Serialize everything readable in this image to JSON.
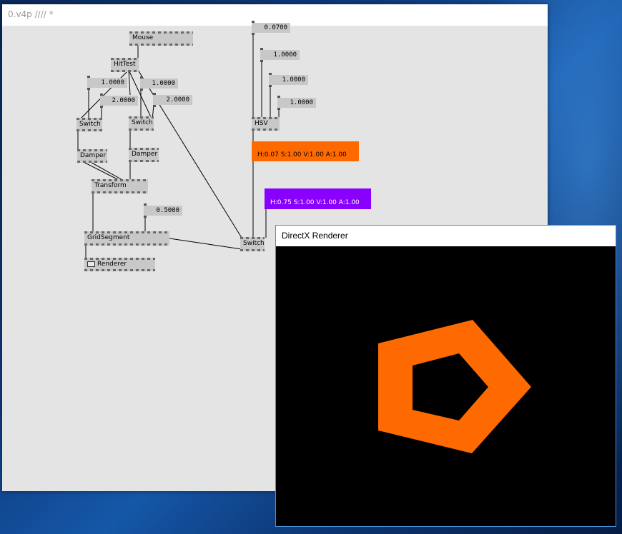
{
  "patch_window": {
    "title": "0.v4p //// *"
  },
  "nodes": {
    "mouse": "Mouse",
    "hittest": "HitTest",
    "switch_a": "Switch",
    "switch_b": "Switch",
    "damper_a": "Damper",
    "damper_b": "Damper",
    "transform": "Transform",
    "gridsegment": "GridSegment",
    "renderer": "Renderer",
    "switch_c": "Switch",
    "hsv": "HSV"
  },
  "ioboxes": {
    "val_1": "1.0000",
    "val_2": "2.0000",
    "val_3": "1.0000",
    "val_4": "2.0000",
    "val_5": "0.5000",
    "hue": "0.0700",
    "sat": "1.0000",
    "val": "1.0000",
    "alpha": "1.0000"
  },
  "colors": {
    "orange_label": "H:0.07  S:1.00  V:1.00  A:1.00",
    "orange_hex": "#ff6a00",
    "purple_label": "H:0.75  S:1.00  V:1.00  A:1.00",
    "purple_hex": "#8a00ff"
  },
  "renderer_window": {
    "title": "DirectX Renderer",
    "shape_color": "#ff6a00",
    "shape": "pentagon-ring"
  }
}
